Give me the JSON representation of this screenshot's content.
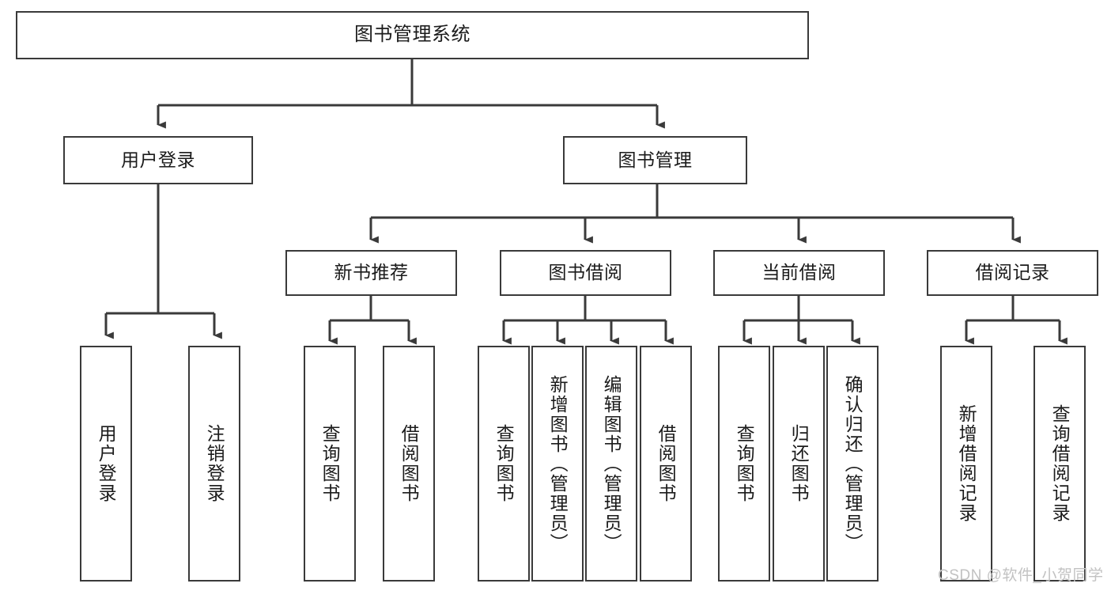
{
  "diagram": {
    "title_box": {
      "label": "图书管理系统"
    },
    "level2": [
      {
        "id": "user-login",
        "label": "用户登录"
      },
      {
        "id": "book-manage",
        "label": "图书管理"
      }
    ],
    "level3": [
      {
        "id": "new-book-recommend",
        "label": "新书推荐"
      },
      {
        "id": "book-borrow",
        "label": "图书借阅"
      },
      {
        "id": "current-borrow",
        "label": "当前借阅"
      },
      {
        "id": "borrow-record",
        "label": "借阅记录"
      }
    ],
    "leaves": [
      {
        "id": "leaf-user-login",
        "label": "用户登录"
      },
      {
        "id": "leaf-logout-login",
        "label": "注销登录"
      },
      {
        "id": "leaf-query-book-1",
        "label": "查询图书"
      },
      {
        "id": "leaf-borrow-book-1",
        "label": "借阅图书"
      },
      {
        "id": "leaf-query-book-2",
        "label": "查询图书"
      },
      {
        "id": "leaf-add-book-admin",
        "label": "新增图书（管理员）"
      },
      {
        "id": "leaf-edit-book-admin",
        "label": "编辑图书（管理员）"
      },
      {
        "id": "leaf-borrow-book-2",
        "label": "借阅图书"
      },
      {
        "id": "leaf-query-book-3",
        "label": "查询图书"
      },
      {
        "id": "leaf-return-book",
        "label": "归还图书"
      },
      {
        "id": "leaf-confirm-return-admin",
        "label": "确认归还（管理员）"
      },
      {
        "id": "leaf-add-borrow-record",
        "label": "新增借阅记录"
      },
      {
        "id": "leaf-query-borrow-record",
        "label": "查询借阅记录"
      }
    ],
    "watermark": "CSDN @软件_小贺同学",
    "colors": {
      "stroke": "#3a3a3a",
      "text": "#1b1b1b",
      "background": "#ffffff",
      "watermark": "#c2c2c2"
    }
  }
}
